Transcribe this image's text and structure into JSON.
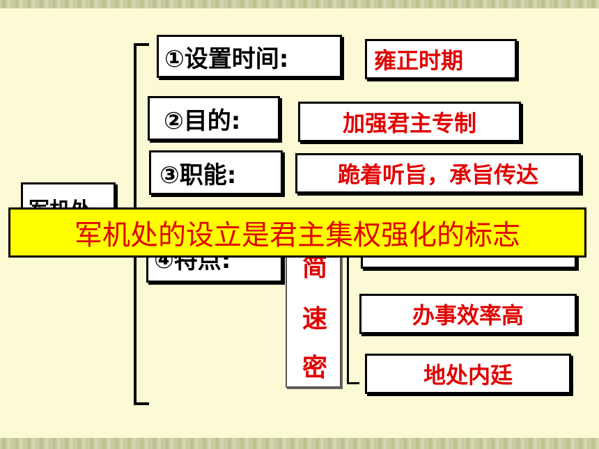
{
  "topic": "军机处",
  "items": [
    {
      "label": "①设置时间:",
      "answer": "雍正时期"
    },
    {
      "label": "②目的:",
      "answer": "加强君主专制"
    },
    {
      "label": "③职能:",
      "answer": "跪着听旨，承旨传达"
    },
    {
      "label": "④特点:"
    }
  ],
  "feature_chars": [
    "简",
    "速",
    "密"
  ],
  "feature_answers": [
    "办事效率高",
    "地处内廷"
  ],
  "banner": "军机处的设立是君主集权强化的标志",
  "colors": {
    "answer_text": "#e00000",
    "banner_bg": "#ffff00",
    "page_bg": "#fbfad4"
  }
}
